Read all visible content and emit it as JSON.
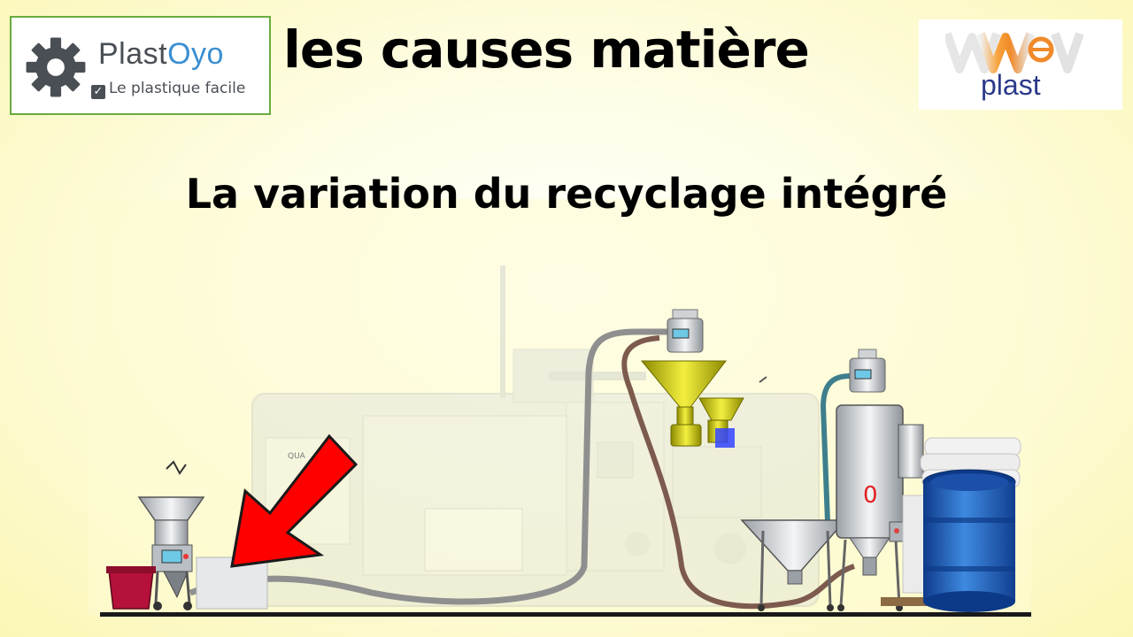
{
  "logo_left": {
    "brand_part1": "Plast",
    "brand_part2": "Oyo",
    "tagline": "Le plastique facile",
    "check_glyph": "✓",
    "icon": "gear-icon",
    "accent_color": "#3b8fd1",
    "border_color": "#6aab3e"
  },
  "title": "les causes matière",
  "logo_right": {
    "word": "plast",
    "text_color": "#2b3a8a"
  },
  "subtitle": "La variation du recyclage intégré",
  "diagram": {
    "machine_label": "QUA",
    "dryer_mark": "0",
    "arrow_color": "#ff0000"
  }
}
